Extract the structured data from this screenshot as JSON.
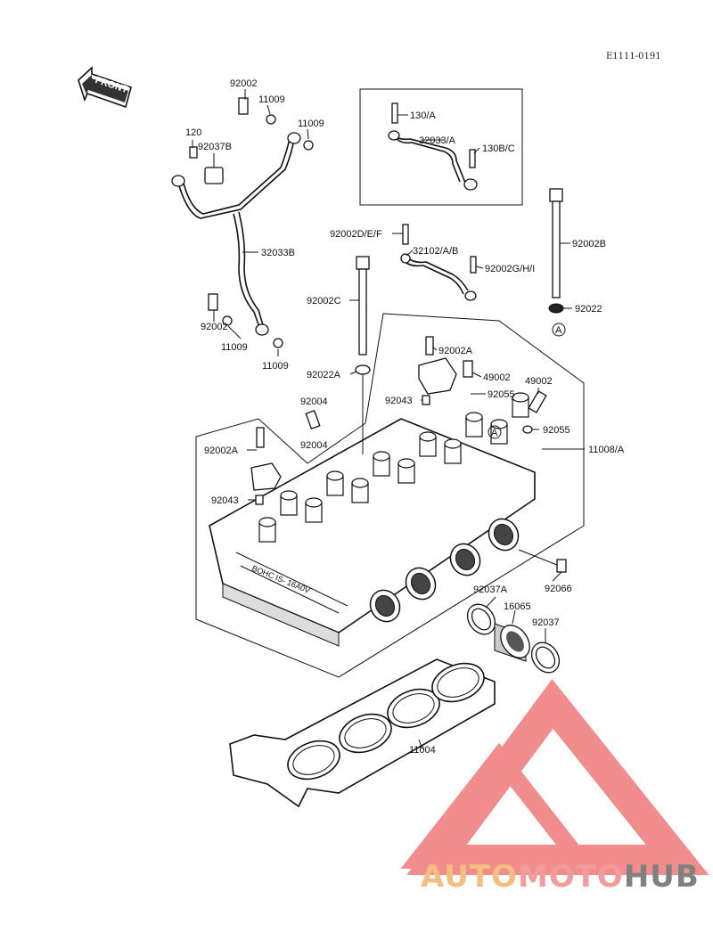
{
  "diagram_code": "E1111-0191",
  "front_label": "FRONT",
  "circle_ref": "A",
  "watermark": {
    "part1": "AUTO",
    "part2": "MOTO",
    "part3": "HUB",
    "color1": "#f2b36b",
    "color2": "#f08a8a",
    "color3": "#6b6b6b",
    "triangle_color": "#f07a7a"
  },
  "labels": {
    "p92002_top": "92002",
    "p11009_a": "11009",
    "p11009_b": "11009",
    "p120": "120",
    "p92037B": "92037B",
    "p32033B": "32033B",
    "p92002_mid": "92002",
    "p11009_c": "11009",
    "p11009_d": "11009",
    "p130A": "130/A",
    "p32033A": "32033/A",
    "p130BC": "130B/C",
    "p92002DEF": "92002D/E/F",
    "p32102AB": "32102/A/B",
    "p92002GHI": "92002G/H/I",
    "p92002B": "92002B",
    "p92022": "92022",
    "p92002C": "92002C",
    "p92022A": "92022A",
    "p92002A_a": "92002A",
    "p49002_a": "49002",
    "p92055_a": "92055",
    "p49002_b": "49002",
    "p92043_a": "92043",
    "p92004_a": "92004",
    "p92004_b": "92004",
    "p92055_b": "92055",
    "p11008A": "11008/A",
    "p92002A_b": "92002A",
    "p92043_b": "92043",
    "p92066": "92066",
    "p92037A": "92037A",
    "p16065": "16065",
    "p92037": "92037",
    "p11004": "11004",
    "p_head_text": "BOHC IS- 16A0V"
  }
}
